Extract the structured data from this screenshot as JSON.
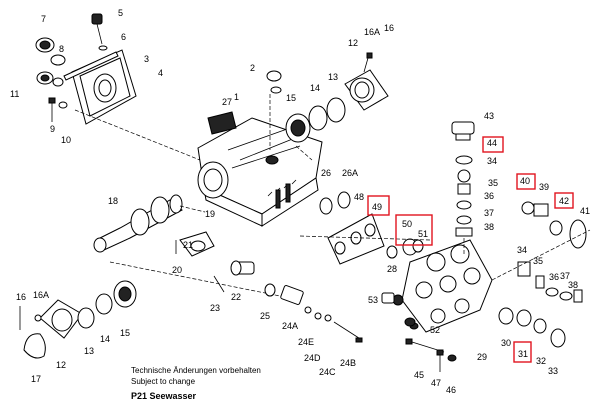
{
  "notes": {
    "line1": "Technische Änderungen vorbehalten",
    "line2": "Subject to change",
    "title": "P21 Seewasser"
  },
  "highlight_color": "#e0141e",
  "callouts": [
    {
      "id": "c1",
      "text": "1"
    },
    {
      "id": "c2",
      "text": "2"
    },
    {
      "id": "c3",
      "text": "3"
    },
    {
      "id": "c4",
      "text": "4"
    },
    {
      "id": "c5",
      "text": "5"
    },
    {
      "id": "c6",
      "text": "6"
    },
    {
      "id": "c7",
      "text": "7"
    },
    {
      "id": "c8",
      "text": "8"
    },
    {
      "id": "c9",
      "text": "9"
    },
    {
      "id": "c10",
      "text": "10"
    },
    {
      "id": "c11",
      "text": "11"
    },
    {
      "id": "c12a",
      "text": "12"
    },
    {
      "id": "c12b",
      "text": "12"
    },
    {
      "id": "c13a",
      "text": "13"
    },
    {
      "id": "c13b",
      "text": "13"
    },
    {
      "id": "c14a",
      "text": "14"
    },
    {
      "id": "c14b",
      "text": "14"
    },
    {
      "id": "c15a",
      "text": "15"
    },
    {
      "id": "c15b",
      "text": "15"
    },
    {
      "id": "c16a",
      "text": "16"
    },
    {
      "id": "c16b",
      "text": "16"
    },
    {
      "id": "c16Aa",
      "text": "16A"
    },
    {
      "id": "c16Ab",
      "text": "16A"
    },
    {
      "id": "c17",
      "text": "17"
    },
    {
      "id": "c18",
      "text": "18"
    },
    {
      "id": "c19",
      "text": "19"
    },
    {
      "id": "c20",
      "text": "20"
    },
    {
      "id": "c21",
      "text": "21"
    },
    {
      "id": "c22",
      "text": "22"
    },
    {
      "id": "c23",
      "text": "23"
    },
    {
      "id": "c24A",
      "text": "24A"
    },
    {
      "id": "c24B",
      "text": "24B"
    },
    {
      "id": "c24C",
      "text": "24C"
    },
    {
      "id": "c24D",
      "text": "24D"
    },
    {
      "id": "c24E",
      "text": "24E"
    },
    {
      "id": "c25",
      "text": "25"
    },
    {
      "id": "c26",
      "text": "26"
    },
    {
      "id": "c26A",
      "text": "26A"
    },
    {
      "id": "c27",
      "text": "27"
    },
    {
      "id": "c28",
      "text": "28"
    },
    {
      "id": "c29",
      "text": "29"
    },
    {
      "id": "c30",
      "text": "30"
    },
    {
      "id": "c31",
      "text": "31"
    },
    {
      "id": "c32",
      "text": "32"
    },
    {
      "id": "c33",
      "text": "33"
    },
    {
      "id": "c34a",
      "text": "34"
    },
    {
      "id": "c34b",
      "text": "34"
    },
    {
      "id": "c35a",
      "text": "35"
    },
    {
      "id": "c35b",
      "text": "35"
    },
    {
      "id": "c36a",
      "text": "36"
    },
    {
      "id": "c36b",
      "text": "36"
    },
    {
      "id": "c37a",
      "text": "37"
    },
    {
      "id": "c37b",
      "text": "37"
    },
    {
      "id": "c38a",
      "text": "38"
    },
    {
      "id": "c38b",
      "text": "38"
    },
    {
      "id": "c39",
      "text": "39"
    },
    {
      "id": "c40",
      "text": "40"
    },
    {
      "id": "c41",
      "text": "41"
    },
    {
      "id": "c42",
      "text": "42"
    },
    {
      "id": "c43",
      "text": "43"
    },
    {
      "id": "c44",
      "text": "44"
    },
    {
      "id": "c45",
      "text": "45"
    },
    {
      "id": "c46",
      "text": "46"
    },
    {
      "id": "c47",
      "text": "47"
    },
    {
      "id": "c48",
      "text": "48"
    },
    {
      "id": "c49",
      "text": "49"
    },
    {
      "id": "c50",
      "text": "50"
    },
    {
      "id": "c51",
      "text": "51"
    },
    {
      "id": "c52",
      "text": "52"
    },
    {
      "id": "c53",
      "text": "53"
    }
  ]
}
